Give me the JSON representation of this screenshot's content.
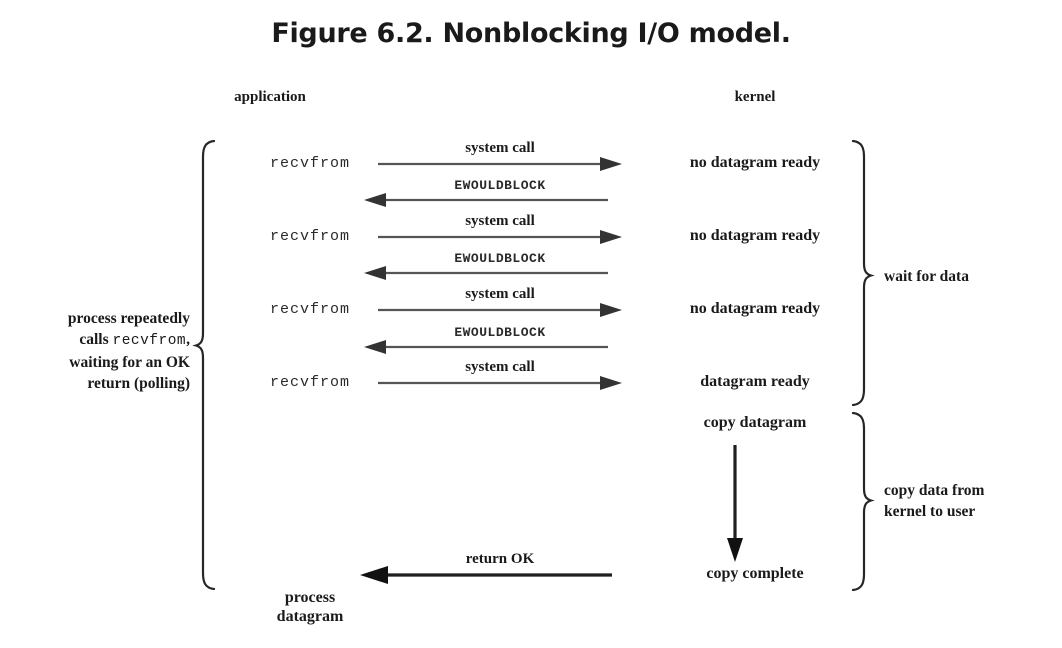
{
  "figure": {
    "title": "Figure 6.2. Nonblocking I/O model.",
    "columns": {
      "application": "application",
      "kernel": "kernel"
    },
    "rows": [
      {
        "app_label": "recvfrom",
        "request_label": "system call",
        "kernel_label": "no datagram ready",
        "response_label": "EWOULDBLOCK"
      },
      {
        "app_label": "recvfrom",
        "request_label": "system call",
        "kernel_label": "no datagram ready",
        "response_label": "EWOULDBLOCK"
      },
      {
        "app_label": "recvfrom",
        "request_label": "system call",
        "kernel_label": "no datagram ready",
        "response_label": "EWOULDBLOCK"
      },
      {
        "app_label": "recvfrom",
        "request_label": "system call",
        "kernel_label": "datagram ready",
        "response_label": ""
      }
    ],
    "copy_phase": {
      "start_label": "copy datagram",
      "end_label": "copy complete",
      "return_label": "return OK"
    },
    "process_result": {
      "line1": "process",
      "line2": "datagram"
    },
    "left_brace_label": {
      "line1_prefix": "process repeatedly",
      "line2_prefix": "calls ",
      "line2_mono": "recvfrom",
      "line2_suffix": ",",
      "line3": "waiting for an OK",
      "line4": "return (polling)"
    },
    "right_brace_labels": [
      {
        "line1": "wait for data",
        "line2": ""
      },
      {
        "line1": "copy data from",
        "line2": "kernel to user"
      }
    ],
    "colors": {
      "background": "#ffffff",
      "text": "#1a1a1a",
      "thin_arrow": "#555555",
      "thick_arrow": "#1f1f1f",
      "brace": "#262626"
    }
  }
}
